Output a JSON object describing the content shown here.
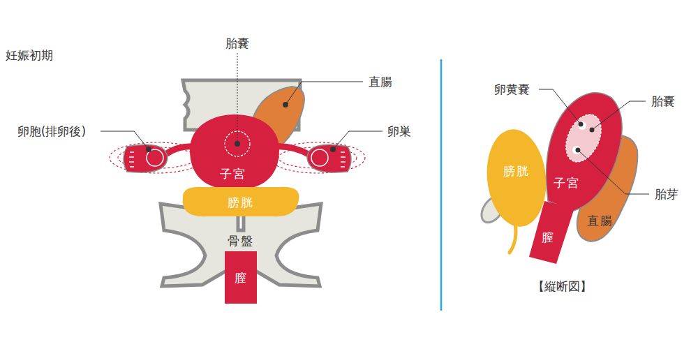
{
  "diagram": {
    "title": "妊娠初期",
    "nodes": [
      {
        "text": [
          "子宮"
        ]
      },
      {
        "text": [
          "膀胱"
        ]
      },
      {
        "text": [
          "骨盤"
        ]
      },
      {
        "text": [
          "膣"
        ]
      },
      {
        "text": [
          "膀胱"
        ]
      },
      {
        "text": [
          "子宮"
        ]
      },
      {
        "text": [
          "直腸"
        ]
      },
      {
        "text": [
          "膣"
        ]
      }
    ],
    "labels": [
      "胎嚢",
      "直腸",
      "卵胞(排卵後)",
      "卵巣",
      "卵黄嚢",
      "胎嚢",
      "胎芽",
      "【縦断図】"
    ]
  }
}
